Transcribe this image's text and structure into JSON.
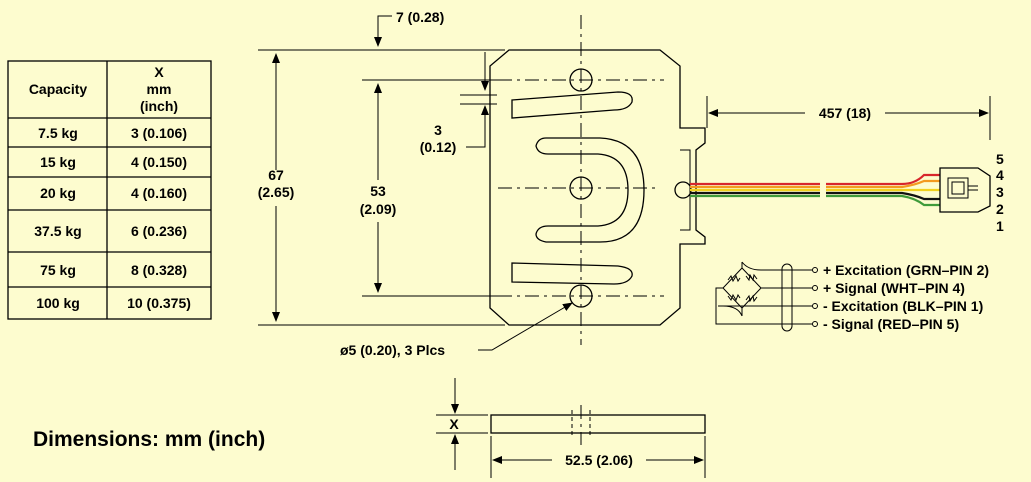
{
  "capacity_table": {
    "header_capacity": "Capacity",
    "header_x": [
      "X",
      "mm",
      "(inch)"
    ],
    "rows": [
      {
        "capacity": "7.5 kg",
        "x": "3 (0.106)"
      },
      {
        "capacity": "15 kg",
        "x": "4 (0.150)"
      },
      {
        "capacity": "20 kg",
        "x": "4 (0.160)"
      },
      {
        "capacity": "37.5 kg",
        "x": "6 (0.236)"
      },
      {
        "capacity": "75 kg",
        "x": "8 (0.328)"
      },
      {
        "capacity": "100 kg",
        "x": "10 (0.375)"
      }
    ]
  },
  "dimensions": {
    "top_thickness": "7 (0.28)",
    "height_total": [
      "67",
      "(2.65)"
    ],
    "height_inner": [
      "53",
      "(2.09)"
    ],
    "slot_gap": [
      "3",
      "(0.12)"
    ],
    "cable_length": "457 (18)",
    "hole_note": "ø5 (0.20), 3 Plcs",
    "thickness_x": "X",
    "width": "52.5 (2.06)"
  },
  "connector_pins": [
    "5",
    "4",
    "3",
    "2",
    "1"
  ],
  "wiring": [
    "+ Excitation (GRN–PIN 2)",
    "+ Signal (WHT–PIN 4)",
    "- Excitation (BLK–PIN 1)",
    "- Signal (RED–PIN 5)"
  ],
  "caption": "Dimensions: mm (inch)",
  "colors": {
    "background": "#fdfccf",
    "wire_red": "#d8262c",
    "wire_orange": "#f39a1f",
    "wire_yellow": "#f2d21e",
    "wire_green": "#3f9b3a",
    "wire_black": "#111111"
  }
}
